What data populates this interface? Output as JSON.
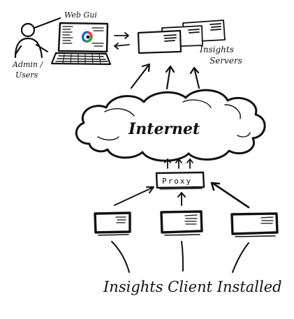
{
  "labels": {
    "web_gui": "Web Gui",
    "admin_users_line1": "Admin /",
    "admin_users_line2": "Users",
    "insights_servers_line1": "Insights",
    "insights_servers_line2": "Servers",
    "internet": "Internet",
    "proxy": "Proxy",
    "footer": "Insights Client Installed"
  },
  "colors": {
    "ink": "#111111",
    "logo_red": "#e53935",
    "logo_green": "#2e9e44",
    "logo_blue": "#1e66d0"
  },
  "icons": {
    "admin": "person-icon",
    "web_gui": "laptop-icon",
    "logo": "insights-logo-icon"
  }
}
